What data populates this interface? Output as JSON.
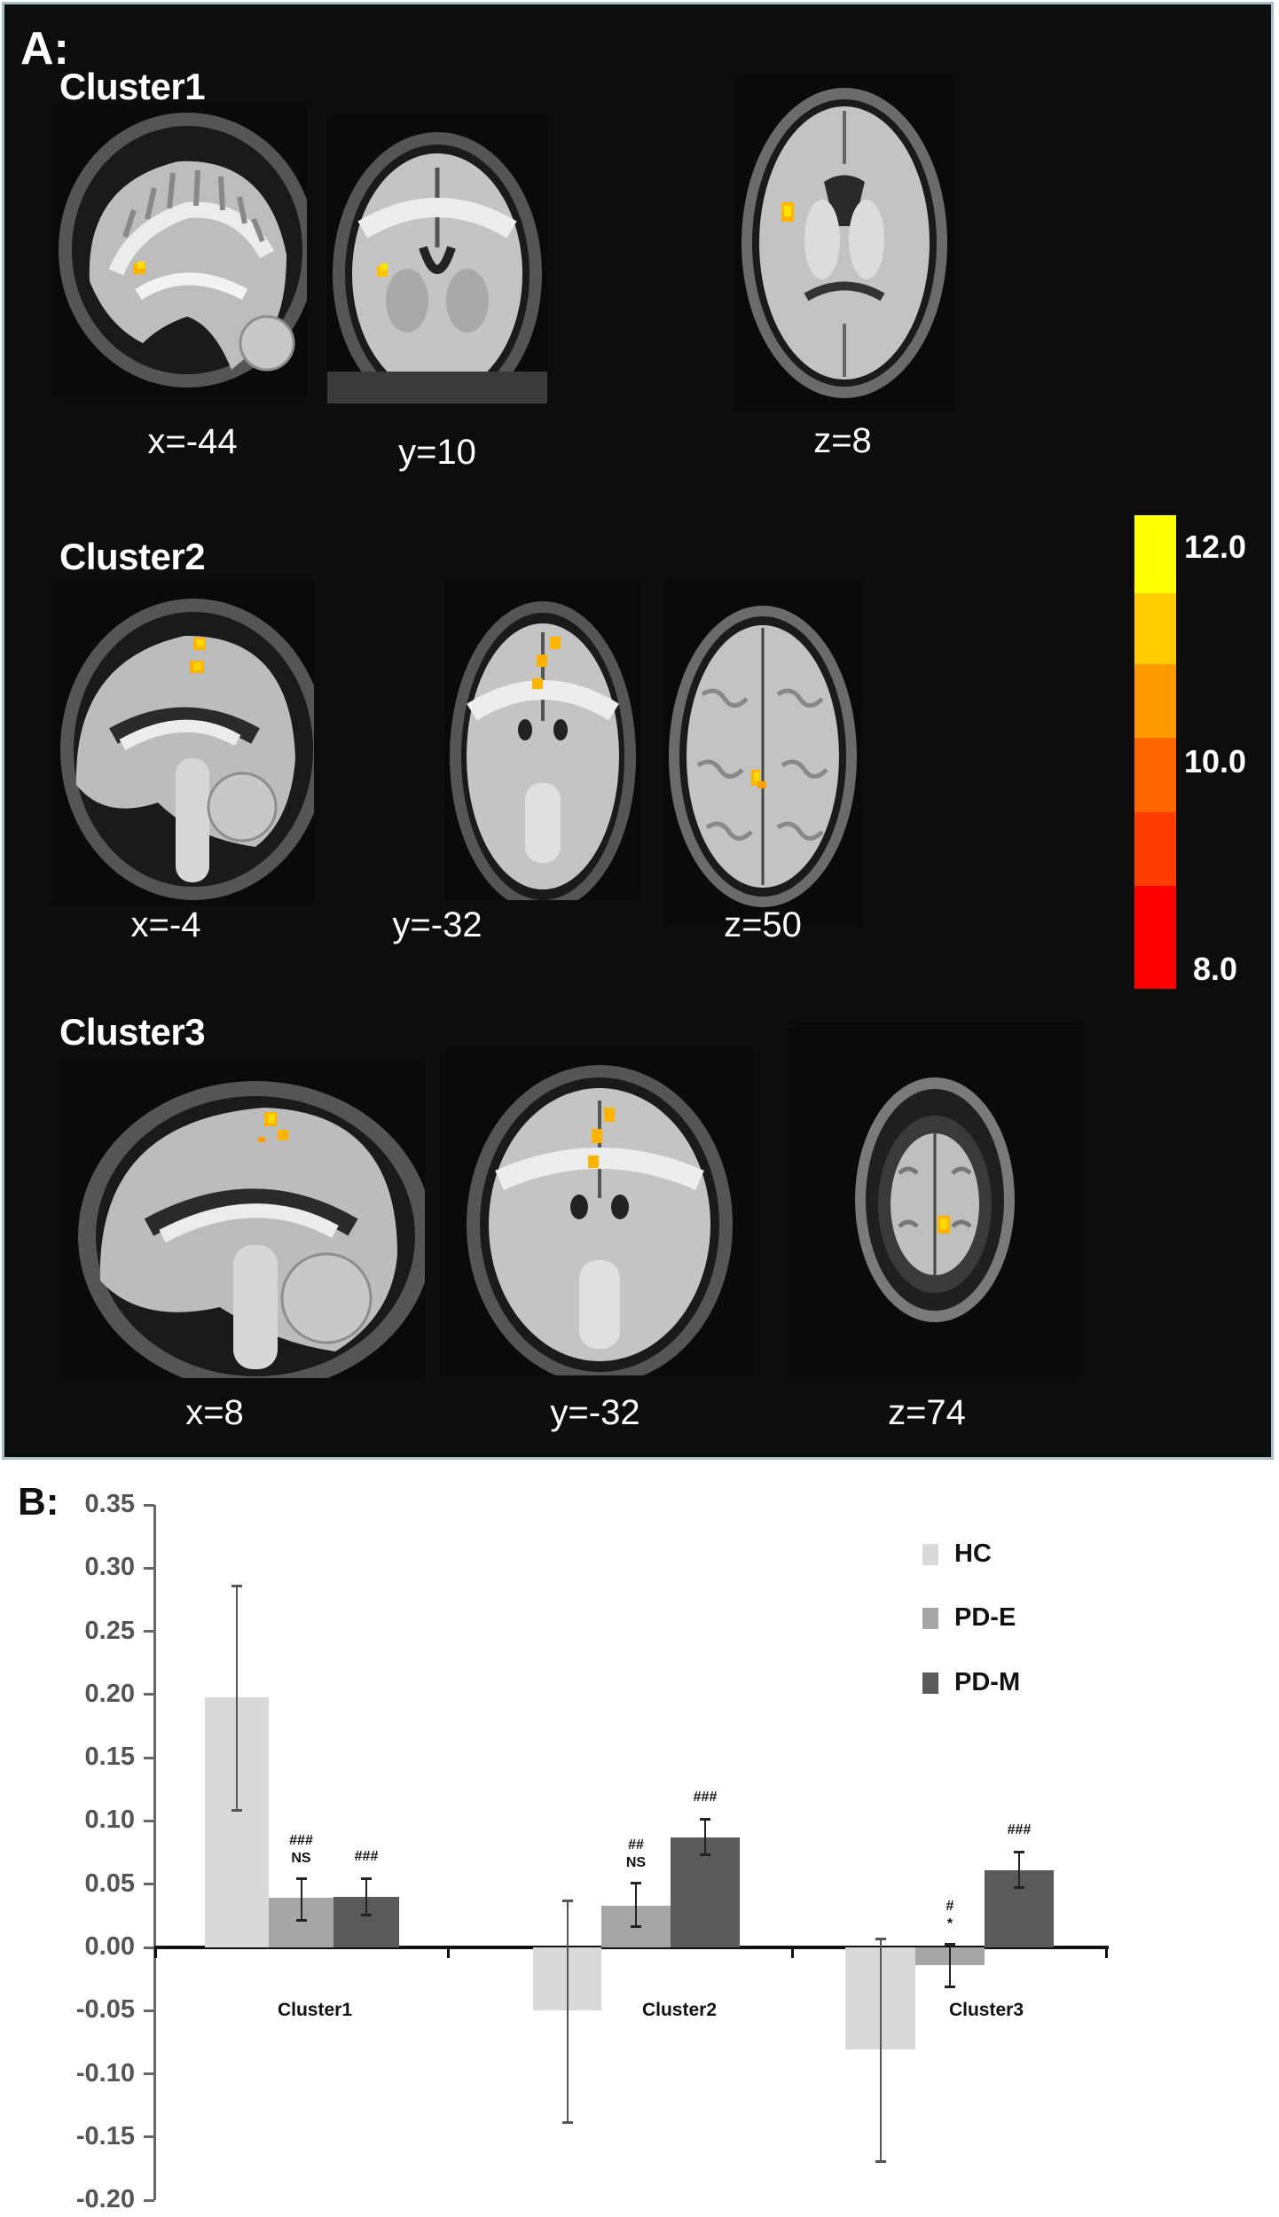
{
  "panel_a": {
    "label": "A:",
    "rows": [
      {
        "title": "Cluster1",
        "slices": [
          {
            "view": "sagittal",
            "coord": "x=-44"
          },
          {
            "view": "coronal",
            "coord": "y=10"
          },
          {
            "view": "axial",
            "coord": "z=8"
          }
        ]
      },
      {
        "title": "Cluster2",
        "slices": [
          {
            "view": "sagittal",
            "coord": "x=-4"
          },
          {
            "view": "coronal",
            "coord": "y=-32"
          },
          {
            "view": "axial",
            "coord": "z=50"
          }
        ]
      },
      {
        "title": "Cluster3",
        "slices": [
          {
            "view": "sagittal",
            "coord": "x=8"
          },
          {
            "view": "coronal",
            "coord": "y=-32"
          },
          {
            "view": "axial",
            "coord": "z=74"
          }
        ]
      }
    ],
    "colorbar": {
      "labels": [
        "12.0",
        "10.0",
        "8.0"
      ],
      "colors": [
        "#ffff00",
        "#ffcc00",
        "#ff9900",
        "#ff6600",
        "#ff3d00",
        "#ff0000"
      ],
      "min": 8.0,
      "max": 12.0
    }
  },
  "panel_b": {
    "label": "B:"
  },
  "chart_data": {
    "type": "bar",
    "title": "",
    "xlabel": "",
    "ylabel": "",
    "categories": [
      "Cluster1",
      "Cluster2",
      "Cluster3"
    ],
    "series": [
      {
        "name": "HC",
        "color": "#d9d9d9",
        "values": [
          0.198,
          -0.05,
          -0.081
        ],
        "error_upper": [
          0.286,
          0.037,
          0.007
        ],
        "error_lower": [
          0.109,
          -0.138,
          -0.169
        ]
      },
      {
        "name": "PD-E",
        "color": "#a6a6a6",
        "values": [
          0.039,
          0.033,
          -0.014
        ],
        "error_upper": [
          0.055,
          0.051,
          0.003
        ],
        "error_lower": [
          0.022,
          0.017,
          -0.031
        ]
      },
      {
        "name": "PD-M",
        "color": "#5a5a5a",
        "values": [
          0.04,
          0.087,
          0.061
        ],
        "error_upper": [
          0.055,
          0.102,
          0.076
        ],
        "error_lower": [
          0.026,
          0.074,
          0.048
        ]
      }
    ],
    "annotations": [
      {
        "category": "Cluster1",
        "series": "PD-E",
        "lines": [
          "###",
          "NS"
        ]
      },
      {
        "category": "Cluster1",
        "series": "PD-M",
        "lines": [
          "###"
        ]
      },
      {
        "category": "Cluster2",
        "series": "PD-E",
        "lines": [
          "##",
          "NS"
        ]
      },
      {
        "category": "Cluster2",
        "series": "PD-M",
        "lines": [
          "###"
        ]
      },
      {
        "category": "Cluster3",
        "series": "PD-E",
        "lines": [
          "#",
          "*"
        ]
      },
      {
        "category": "Cluster3",
        "series": "PD-M",
        "lines": [
          "###"
        ]
      }
    ],
    "yticks": [
      "0.35",
      "0.30",
      "0.25",
      "0.20",
      "0.15",
      "0.10",
      "0.05",
      "0.00",
      "-0.05",
      "-0.10",
      "-0.15",
      "-0.20"
    ],
    "ylim": [
      -0.2,
      0.35
    ],
    "grid": false,
    "legend": {
      "position": "upper right",
      "entries": [
        "HC",
        "PD-E",
        "PD-M"
      ]
    }
  }
}
